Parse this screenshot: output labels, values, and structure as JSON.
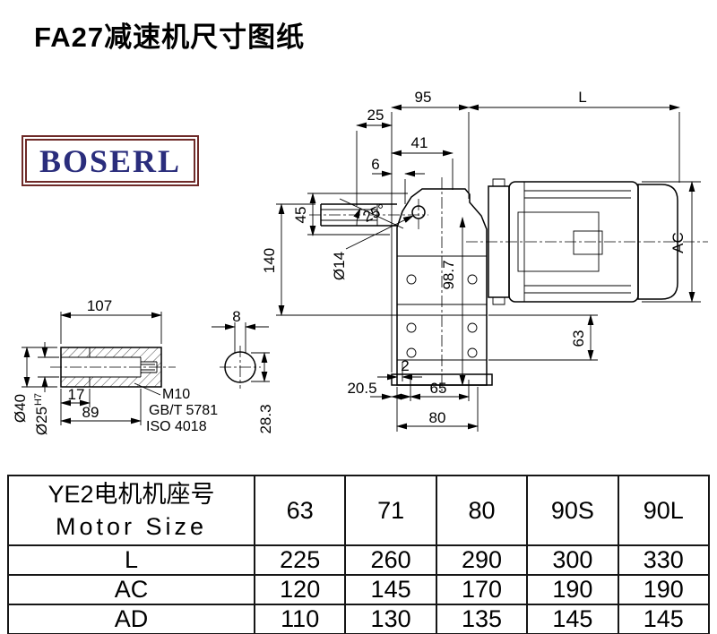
{
  "page": {
    "title": "FA27减速机尺寸图纸",
    "background": "#ffffff"
  },
  "logo": {
    "text": "BOSERL",
    "border_color": "#6e2a28",
    "text_color": "#2a2d7c"
  },
  "drawing": {
    "dims": {
      "w95": "95",
      "L": "L",
      "w25": "25",
      "w41": "41",
      "w6": "6",
      "h45": "45",
      "h140": "140",
      "dia14": "Ø14",
      "ang25": "25°",
      "h98_7": "98.7",
      "AC": "AC",
      "h63": "63",
      "t2": "2",
      "w20_5": "20.5",
      "w65": "65",
      "w80": "80",
      "w107": "107",
      "w8": "8",
      "w17": "17",
      "w89": "89",
      "m10": "M10",
      "gbt5781": "GB/T 5781",
      "iso4018": "ISO 4018",
      "h28_3": "28.3",
      "dia40": "Ø40",
      "dia25": "Ø25",
      "dia25_tol": "H7"
    }
  },
  "table": {
    "header": {
      "line1": "YE2电机机座号",
      "line2": "Motor Size"
    },
    "sizes": [
      "63",
      "71",
      "80",
      "90S",
      "90L"
    ],
    "rows": [
      {
        "label": "L",
        "values": [
          "225",
          "260",
          "290",
          "300",
          "330"
        ]
      },
      {
        "label": "AC",
        "values": [
          "120",
          "145",
          "170",
          "190",
          "190"
        ]
      },
      {
        "label": "AD",
        "values": [
          "110",
          "130",
          "135",
          "145",
          "145"
        ]
      }
    ]
  }
}
